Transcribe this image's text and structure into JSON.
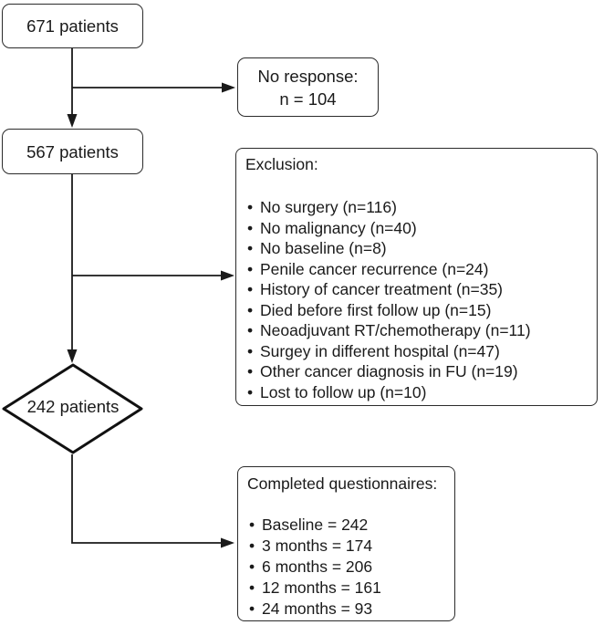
{
  "diagram": {
    "type": "patient-flowchart",
    "nodes": {
      "start": {
        "label": "671 patients"
      },
      "no_response": {
        "line1": "No response:",
        "line2": "n = 104"
      },
      "after_response": {
        "label": "567 patients"
      },
      "exclusion": {
        "title": "Exclusion:",
        "items": [
          "No surgery (n=116)",
          "No malignancy (n=40)",
          "No baseline (n=8)",
          "Penile cancer recurrence (n=24)",
          "History of cancer treatment (n=35)",
          "Died before first follow up (n=15)",
          "Neoadjuvant RT/chemotherapy (n=11)",
          "Surgey in different hospital (n=47)",
          "Other cancer diagnosis in FU (n=19)",
          "Lost to follow up (n=10)"
        ]
      },
      "included": {
        "label": "242 patients"
      },
      "completed": {
        "title": "Completed questionnaires:",
        "items": [
          "Baseline = 242",
          "3 months = 174",
          "6 months = 206",
          "12 months = 161",
          "24 months = 93"
        ]
      }
    },
    "colors": {
      "line": "#1a1a1a",
      "text": "#1a1a1a",
      "node_border": "#2b2b2b",
      "background": "#ffffff"
    }
  }
}
